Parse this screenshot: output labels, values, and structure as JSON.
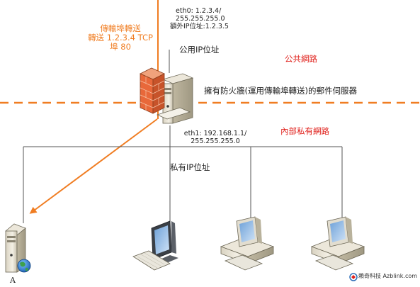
{
  "colors": {
    "forward": "#f07d22",
    "zone_label": "#e0201b",
    "text": "#222222",
    "line": "#555555",
    "firewall": "#e8683a"
  },
  "labels": {
    "forward_l1": "傳輸埠轉送",
    "forward_l2": "轉送 1.2.3.4 TCP",
    "forward_l3": "埠 80",
    "eth0_l1": "eth0: 1.2.3.4/",
    "eth0_l2": "255.255.255.0",
    "eth0_l3": "額外IP位址:1.2.3.5",
    "public_ip": "公用IP位址",
    "public_net": "公共網路",
    "server_desc": "擁有防火牆(運用傳輸埠轉送)的郵件伺服器",
    "private_net": "內部私有網路",
    "eth1_l1": "eth1: 192.168.1.1/",
    "eth1_l2": "255.255.255.0",
    "private_ip": "私有IP位址",
    "node_a": "A",
    "watermark": "賴奇科技 Azblink.com"
  },
  "icons": [
    "firewall-server-icon",
    "web-server-globe-icon",
    "monitor-keyboard-icon",
    "desktop-pc-icon",
    "desktop-pc-icon"
  ]
}
